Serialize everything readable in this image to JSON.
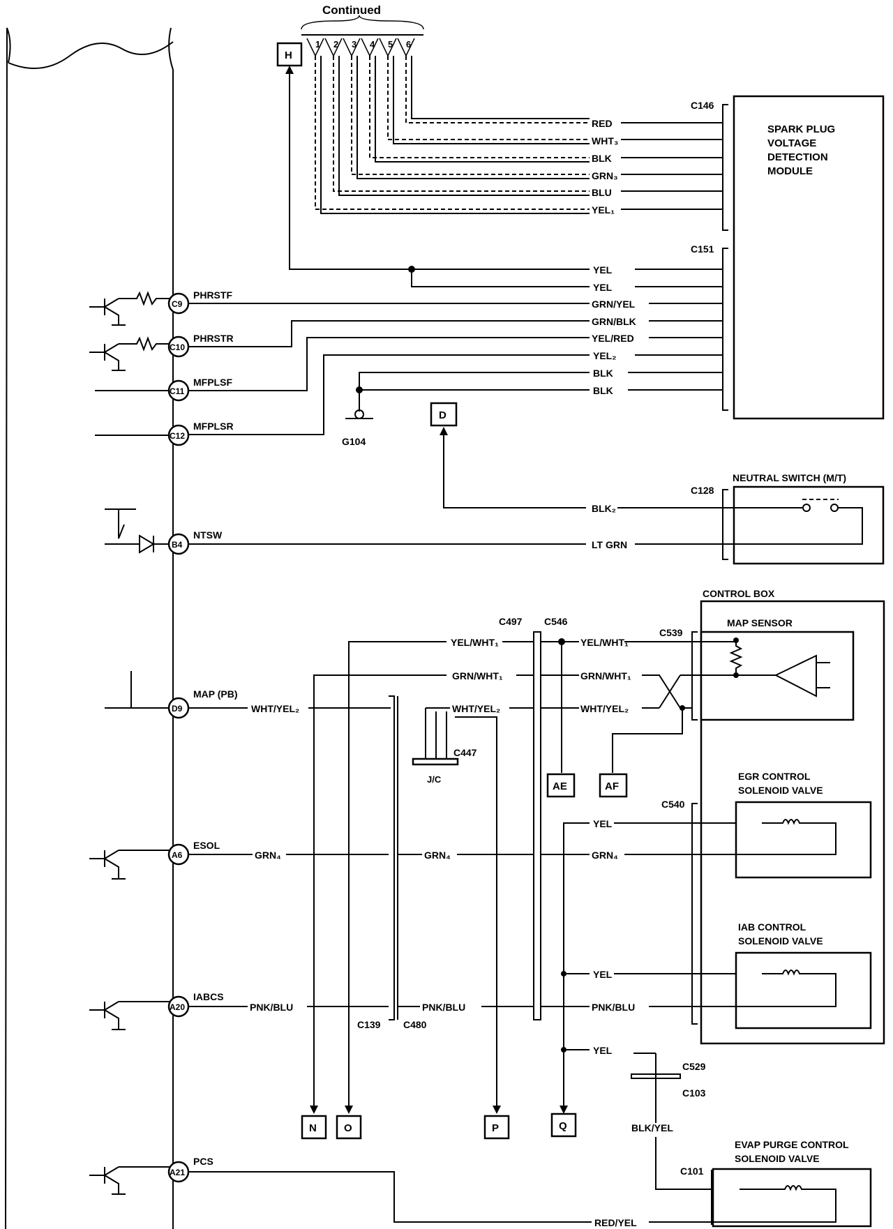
{
  "continued_label": "Continued",
  "terminal_numbers": [
    "1",
    "2",
    "3",
    "4",
    "5",
    "6"
  ],
  "connectors": {
    "c146": "C146",
    "c151": "C151",
    "c128": "C128",
    "c497": "C497",
    "c546": "C546",
    "c539": "C539",
    "c447": "C447",
    "jc": "J/C",
    "c540": "C540",
    "c139": "C139",
    "c480": "C480",
    "c529": "C529",
    "c103": "C103",
    "c101": "C101"
  },
  "ground": "G104",
  "components": {
    "spark_plug": [
      "SPARK PLUG",
      "VOLTAGE",
      "DETECTION",
      "MODULE"
    ],
    "neutral_switch": "NEUTRAL SWITCH (M/T)",
    "control_box": "CONTROL BOX",
    "map_sensor": "MAP SENSOR",
    "egr": [
      "EGR CONTROL",
      "SOLENOID VALVE"
    ],
    "iab": [
      "IAB CONTROL",
      "SOLENOID VALVE"
    ],
    "evap": [
      "EVAP PURGE CONTROL",
      "SOLENOID VALVE"
    ]
  },
  "ecm_pins": [
    {
      "pin": "C9",
      "name": "PHRSTF"
    },
    {
      "pin": "C10",
      "name": "PHRSTR"
    },
    {
      "pin": "C11",
      "name": "MFPLSF"
    },
    {
      "pin": "C12",
      "name": "MFPLSR"
    },
    {
      "pin": "B4",
      "name": "NTSW"
    },
    {
      "pin": "D9",
      "name": "MAP (PB)"
    },
    {
      "pin": "A6",
      "name": "ESOL"
    },
    {
      "pin": "A20",
      "name": "IABCS"
    },
    {
      "pin": "A21",
      "name": "PCS"
    }
  ],
  "wires": {
    "red": "RED",
    "wht3": "WHT₃",
    "blk": "BLK",
    "grn3": "GRN₃",
    "blu": "BLU",
    "yel1": "YEL₁",
    "yel": "YEL",
    "grn_yel": "GRN/YEL",
    "grn_blk": "GRN/BLK",
    "yel_red": "YEL/RED",
    "yel2": "YEL₂",
    "blk2": "BLK₂",
    "lt_grn": "LT GRN",
    "yel_wht1": "YEL/WHT₁",
    "grn_wht1": "GRN/WHT₁",
    "wht_yel2": "WHT/YEL₂",
    "grn4": "GRN₄",
    "pnk_blu": "PNK/BLU",
    "blk_yel": "BLK/YEL",
    "red_yel": "RED/YEL"
  },
  "references": {
    "h": "H",
    "d": "D",
    "ae": "AE",
    "af": "AF",
    "n": "N",
    "o": "O",
    "p": "P",
    "q": "Q"
  }
}
